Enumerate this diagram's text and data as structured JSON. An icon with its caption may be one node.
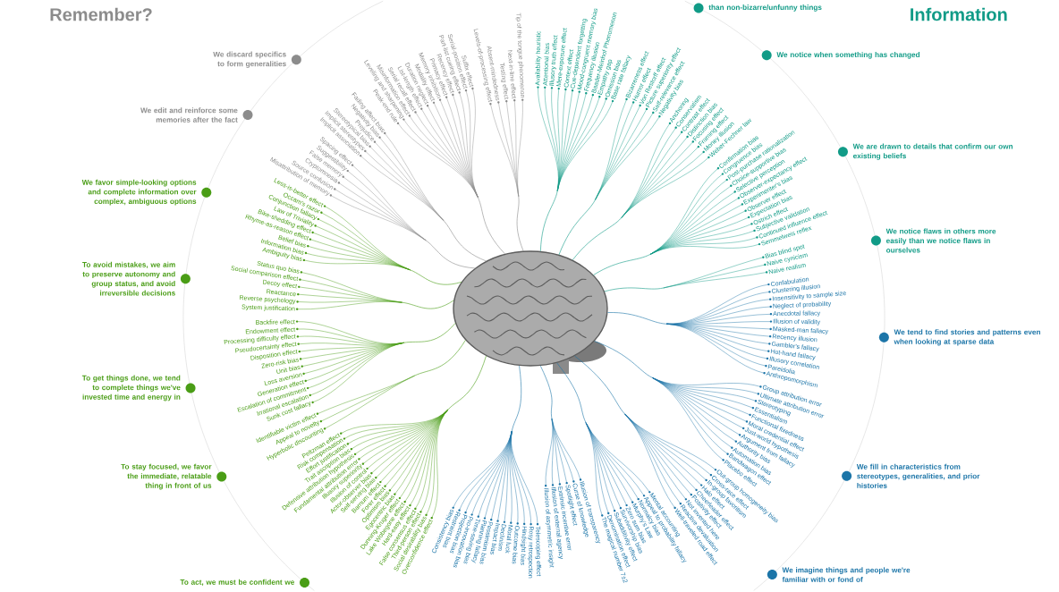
{
  "diagram": {
    "nodes": [
      {
        "text": [],
        "shape": "picture"
      },
      {
        "text": [
          "Misattribution of memory"
        ]
      },
      {
        "text": [
          "Source confusion"
        ]
      },
      {
        "text": [
          "Cryptomnesia"
        ]
      },
      {
        "text": [
          "False memory"
        ]
      },
      {
        "text": [
          "Suggestibility"
        ]
      },
      {
        "text": [
          "Spacing effect"
        ]
      },
      {
        "text": [
          "Implicit association"
        ]
      },
      {
        "text": [
          "Implicit stereotypes"
        ]
      },
      {
        "text": [
          "Stereotypical bias"
        ]
      },
      {
        "text": [
          "Prejudice"
        ]
      },
      {
        "text": [
          "Negativity bias"
        ]
      },
      {
        "text": [
          "Fading affect bias"
        ]
      },
      {
        "text": [
          "Peak-end rule"
        ]
      },
      {
        "text": [
          "Leveling and sharpening"
        ]
      },
      {
        "text": [
          "Misinformation effect"
        ]
      },
      {
        "text": [
          "Serial recall effect"
        ]
      },
      {
        "text": [
          "List-length effect"
        ]
      },
      {
        "text": [
          "Duration neglect"
        ]
      },
      {
        "text": [
          "Modality effect"
        ]
      },
      {
        "text": [
          "Memory inhibition"
        ]
      },
      {
        "text": [
          "Primacy effect"
        ]
      },
      {
        "text": [
          "Recency effect"
        ]
      },
      {
        "text": [
          "Part-list cueing effect"
        ]
      },
      {
        "text": [
          "Serial-position effect"
        ]
      },
      {
        "text": [
          "Suffix effect"
        ]
      },
      {
        "text": [
          "Levels-of-processing effect"
        ]
      },
      {
        "text": [
          "Absent-mindedness"
        ]
      },
      {
        "text": [
          "Testing effect"
        ]
      },
      {
        "text": [
          "Next-in-line effect"
        ]
      },
      {
        "text": [
          "Tip of the tongue phenomenon"
        ]
      },
      {
        "text": [
          "Availability heuristic"
        ]
      },
      {
        "text": [
          "Attentional bias"
        ]
      },
      {
        "text": [
          "Illusory truth effect"
        ]
      },
      {
        "text": [
          "Mere-exposure effect"
        ]
      },
      {
        "text": [
          "Context effect"
        ]
      },
      {
        "text": [
          "Cue-dependent forgetting"
        ]
      },
      {
        "text": [
          "Mood-congruent memory bias"
        ]
      },
      {
        "text": [
          "Frequency illusion"
        ]
      },
      {
        "text": [
          "Baader-Meinhof Phenomenon"
        ]
      },
      {
        "text": [
          "Empathy gap"
        ]
      },
      {
        "text": [
          "Omission bias"
        ]
      },
      {
        "text": [
          "Base rate fallacy"
        ]
      },
      {
        "text": [
          "Bizarreness effect"
        ]
      },
      {
        "text": [
          "Humor effect"
        ]
      },
      {
        "text": [
          "Von Restorff effect"
        ]
      },
      {
        "text": [
          "Picture superiority effect"
        ]
      },
      {
        "text": [
          "Self-relevance effect"
        ]
      },
      {
        "text": [
          "Negativity bias"
        ]
      },
      {
        "text": [
          "Anchoring"
        ]
      },
      {
        "text": [
          "Conservatism"
        ]
      },
      {
        "text": [
          "Contrast effect"
        ]
      },
      {
        "text": [
          "Distinction bias"
        ]
      },
      {
        "text": [
          "Focusing effect"
        ]
      },
      {
        "text": [
          "Framing effect"
        ]
      },
      {
        "text": [
          "Money illusion"
        ]
      },
      {
        "text": [
          "Weber-Fechner law"
        ]
      },
      {
        "text": [
          "Confirmation bias"
        ]
      },
      {
        "text": [
          "Congruence bias"
        ]
      },
      {
        "text": [
          "Post-purchase rationalization"
        ]
      },
      {
        "text": [
          "Choice-supportive bias"
        ]
      },
      {
        "text": [
          "Selective perception"
        ]
      },
      {
        "text": [
          "Observer-expectancy effect"
        ]
      },
      {
        "text": [
          "Experimenter's bias"
        ]
      },
      {
        "text": [
          "Observer effect"
        ]
      },
      {
        "text": [
          "Expectation bias"
        ]
      },
      {
        "text": [
          "Ostrich effect"
        ]
      },
      {
        "text": [
          "Subjective validation"
        ]
      },
      {
        "text": [
          "Continued influence effect"
        ]
      },
      {
        "text": [
          "Semmelweis reflex"
        ]
      },
      {
        "text": [
          "Bias blind spot"
        ]
      },
      {
        "text": [
          "Naive cynicism"
        ]
      },
      {
        "text": [
          "Naive realism"
        ]
      },
      {
        "text": [
          "Confabulation"
        ]
      },
      {
        "text": [
          "Clustering illusion"
        ]
      },
      {
        "text": [
          "Insensitivity to sample size"
        ]
      },
      {
        "text": [
          "Neglect of probability"
        ]
      },
      {
        "text": [
          "Anecdotal fallacy"
        ]
      },
      {
        "text": [
          "Illusion of validity"
        ]
      },
      {
        "text": [
          "Masked-man fallacy"
        ]
      },
      {
        "text": [
          "Recency illusion"
        ]
      },
      {
        "text": [
          "Gambler's fallacy"
        ]
      },
      {
        "text": [
          "Hot-hand fallacy"
        ]
      },
      {
        "text": [
          "Illusory correlation"
        ]
      },
      {
        "text": [
          "Pareidolia"
        ]
      },
      {
        "text": [
          "Anthropomorphism"
        ]
      },
      {
        "text": [
          "Group attribution error"
        ]
      },
      {
        "text": [
          "Ultimate attribution error"
        ]
      },
      {
        "text": [
          "Stereotyping"
        ]
      },
      {
        "text": [
          "Essentialism"
        ]
      },
      {
        "text": [
          "Functional fixedness"
        ]
      },
      {
        "text": [
          "Moral credential effect"
        ]
      },
      {
        "text": [
          "Just-world hypothesis"
        ]
      },
      {
        "text": [
          "Argument from fallacy"
        ]
      },
      {
        "text": [
          "Authority bias"
        ]
      },
      {
        "text": [
          "Automation bias"
        ]
      },
      {
        "text": [
          "Bandwagon effect"
        ]
      },
      {
        "text": [
          "Placebo effect"
        ]
      },
      {
        "text": [
          "Out-group homogeneity bias"
        ]
      },
      {
        "text": [
          "Cross-race effect"
        ]
      },
      {
        "text": [
          "In-group favoritism"
        ]
      },
      {
        "text": [
          "Halo effect"
        ]
      },
      {
        "text": [
          "Cheerleader effect"
        ]
      },
      {
        "text": [
          "Positivity effect"
        ]
      },
      {
        "text": [
          "Not invented here"
        ]
      },
      {
        "text": [
          "Reactive devaluation"
        ]
      },
      {
        "text": [
          "Well-traveled road effect"
        ]
      },
      {
        "text": [
          "Mental accounting"
        ]
      },
      {
        "text": [
          "Appeal to probability fallacy"
        ]
      },
      {
        "text": [
          "Normalcy bias"
        ]
      },
      {
        "text": [
          "Murphy's Law"
        ]
      },
      {
        "text": [
          "Zero sum bias"
        ]
      },
      {
        "text": [
          "Survivorship bias"
        ]
      },
      {
        "text": [
          "Subadditivity effect"
        ]
      },
      {
        "text": [
          "Denomination effect"
        ]
      },
      {
        "text": [
          "The magical number 7±2"
        ]
      },
      {
        "text": [
          "Illusion of transparency"
        ]
      },
      {
        "text": [
          "Curse of knowledge"
        ]
      },
      {
        "text": [
          "Spotlight effect"
        ]
      },
      {
        "text": [
          "Extrinsic incentive error"
        ]
      },
      {
        "text": [
          "Illusion of external agency"
        ]
      },
      {
        "text": [
          "Illusion of asymmetric insight"
        ]
      },
      {
        "text": [
          "Telescoping effect"
        ]
      },
      {
        "text": [
          "Rosy retrospection"
        ]
      },
      {
        "text": [
          "Hindsight bias"
        ]
      },
      {
        "text": [
          "Outcome bias"
        ]
      },
      {
        "text": [
          "Moral luck"
        ]
      },
      {
        "text": [
          "Declinism"
        ]
      },
      {
        "text": [
          "Impact bias"
        ]
      },
      {
        "text": [
          "Pessimism bias"
        ]
      },
      {
        "text": [
          "Planning fallacy"
        ]
      },
      {
        "text": [
          "Time-saving bias"
        ]
      },
      {
        "text": [
          "Pro-innovation bias"
        ]
      },
      {
        "text": [
          "Projection bias"
        ]
      },
      {
        "text": [
          "Restraint bias"
        ]
      },
      {
        "text": [
          "Consistency bias"
        ]
      },
      {
        "text": [
          "Overconfidence effect"
        ]
      },
      {
        "text": [
          "Social desirability bias"
        ]
      },
      {
        "text": [
          "Third-person effect"
        ]
      },
      {
        "text": [
          "False consensus effect"
        ]
      },
      {
        "text": [
          "Hard-easy effect"
        ]
      },
      {
        "text": [
          "Lake Wobegone effect"
        ]
      },
      {
        "text": [
          "Dunning-Kruger effect"
        ]
      },
      {
        "text": [
          "Egocentric bias"
        ]
      },
      {
        "text": [
          "Optimism bias"
        ]
      },
      {
        "text": [
          "Forer effect"
        ]
      },
      {
        "text": [
          "Barnum effect"
        ]
      },
      {
        "text": [
          "Self-serving bias"
        ]
      },
      {
        "text": [
          "Actor-observer bias"
        ]
      },
      {
        "text": [
          "Illusion of control"
        ]
      },
      {
        "text": [
          "Illusory superiority"
        ]
      },
      {
        "text": [
          "Fundamental attribution error"
        ]
      },
      {
        "text": [
          "Defensive attribution hypothesis"
        ]
      },
      {
        "text": [
          "Trait ascription bias"
        ]
      },
      {
        "text": [
          "Effort justification"
        ]
      },
      {
        "text": [
          "Risk compensation"
        ]
      },
      {
        "text": [
          "Peltzman effect"
        ]
      },
      {
        "text": [
          "Hyperbolic discounting"
        ]
      },
      {
        "text": [
          "Appeal to novelty"
        ]
      },
      {
        "text": [
          "Identifiable victim effect"
        ]
      },
      {
        "text": [
          "Sunk cost fallacy"
        ]
      },
      {
        "text": [
          "Irrational escalation"
        ]
      },
      {
        "text": [
          "Escalation of commitment"
        ]
      },
      {
        "text": [
          "Generation effect"
        ]
      },
      {
        "text": [
          "Loss aversion"
        ]
      },
      {
        "text": [
          "Unit bias"
        ]
      },
      {
        "text": [
          "Zero-risk bias"
        ]
      },
      {
        "text": [
          "Disposition effect"
        ]
      },
      {
        "text": [
          "Pseudocertainty effect"
        ]
      },
      {
        "text": [
          "Processing difficulty effect"
        ]
      },
      {
        "text": [
          "Endowment effect"
        ]
      },
      {
        "text": [
          "Backfire effect"
        ]
      },
      {
        "text": [
          "System justification"
        ]
      },
      {
        "text": [
          "Reverse psychology"
        ]
      },
      {
        "text": [
          "Reactance"
        ]
      },
      {
        "text": [
          "Decoy effect"
        ]
      },
      {
        "text": [
          "Social comparison effect"
        ]
      },
      {
        "text": [
          "Status quo bias"
        ]
      },
      {
        "text": [
          "Ambiguity bias"
        ]
      },
      {
        "text": [
          "Information bias"
        ]
      },
      {
        "text": [
          "Belief bias"
        ]
      },
      {
        "text": [
          "Rhyme-as-reason effect"
        ]
      },
      {
        "text": [
          "Bike-shedding effect"
        ]
      },
      {
        "text": [
          "Law of Triviality"
        ]
      },
      {
        "text": [
          "Conjunction fallacy"
        ]
      },
      {
        "text": [
          "Occam's razor"
        ]
      },
      {
        "text": [
          "Less-is-better effect"
        ]
      }
    ],
    "edges": [
      {
        "from": 0,
        "to": 1,
        "arrow": "none",
        "color": "#8c8c8c"
      },
      {
        "from": 0,
        "to": 2,
        "arrow": "none",
        "color": "#8c8c8c"
      },
      {
        "from": 0,
        "to": 3,
        "arrow": "none",
        "color": "#8c8c8c"
      },
      {
        "from": 0,
        "to": 4,
        "arrow": "none",
        "color": "#8c8c8c"
      },
      {
        "from": 0,
        "to": 5,
        "arrow": "none",
        "color": "#8c8c8c"
      },
      {
        "from": 0,
        "to": 6,
        "arrow": "none",
        "color": "#8c8c8c"
      },
      {
        "from": 0,
        "to": 7,
        "arrow": "none",
        "color": "#8c8c8c"
      },
      {
        "from": 0,
        "to": 8,
        "arrow": "none",
        "color": "#8c8c8c"
      },
      {
        "from": 0,
        "to": 9,
        "arrow": "none",
        "color": "#8c8c8c"
      },
      {
        "from": 0,
        "to": 10,
        "arrow": "none",
        "color": "#8c8c8c"
      },
      {
        "from": 0,
        "to": 11,
        "arrow": "none",
        "color": "#8c8c8c"
      },
      {
        "from": 0,
        "to": 12,
        "arrow": "none",
        "color": "#8c8c8c"
      },
      {
        "from": 0,
        "to": 13,
        "arrow": "none",
        "color": "#8c8c8c"
      },
      {
        "from": 0,
        "to": 14,
        "arrow": "none",
        "color": "#8c8c8c"
      },
      {
        "from": 0,
        "to": 15,
        "arrow": "none",
        "color": "#8c8c8c"
      },
      {
        "from": 0,
        "to": 16,
        "arrow": "none",
        "color": "#8c8c8c"
      },
      {
        "from": 0,
        "to": 17,
        "arrow": "none",
        "color": "#8c8c8c"
      },
      {
        "from": 0,
        "to": 18,
        "arrow": "none",
        "color": "#8c8c8c"
      },
      {
        "from": 0,
        "to": 19,
        "arrow": "none",
        "color": "#8c8c8c"
      },
      {
        "from": 0,
        "to": 20,
        "arrow": "none",
        "color": "#8c8c8c"
      },
      {
        "from": 0,
        "to": 21,
        "arrow": "none",
        "color": "#8c8c8c"
      },
      {
        "from": 0,
        "to": 22,
        "arrow": "none",
        "color": "#8c8c8c"
      },
      {
        "from": 0,
        "to": 23,
        "arrow": "none",
        "color": "#8c8c8c"
      },
      {
        "from": 0,
        "to": 24,
        "arrow": "none",
        "color": "#8c8c8c"
      },
      {
        "from": 0,
        "to": 25,
        "arrow": "none",
        "color": "#8c8c8c"
      },
      {
        "from": 0,
        "to": 26,
        "arrow": "none",
        "color": "#8c8c8c"
      },
      {
        "from": 0,
        "to": 27,
        "arrow": "none",
        "color": "#8c8c8c"
      },
      {
        "from": 0,
        "to": 28,
        "arrow": "none",
        "color": "#8c8c8c"
      },
      {
        "from": 0,
        "to": 29,
        "arrow": "none",
        "color": "#8c8c8c"
      },
      {
        "from": 0,
        "to": 30,
        "arrow": "none",
        "color": "#8c8c8c"
      },
      {
        "from": 0,
        "to": 31,
        "arrow": "none",
        "color": "#119b87"
      },
      {
        "from": 0,
        "to": 32,
        "arrow": "none",
        "color": "#119b87"
      },
      {
        "from": 0,
        "to": 33,
        "arrow": "none",
        "color": "#119b87"
      },
      {
        "from": 0,
        "to": 34,
        "arrow": "none",
        "color": "#119b87"
      },
      {
        "from": 0,
        "to": 35,
        "arrow": "none",
        "color": "#119b87"
      },
      {
        "from": 0,
        "to": 36,
        "arrow": "none",
        "color": "#119b87"
      },
      {
        "from": 0,
        "to": 37,
        "arrow": "none",
        "color": "#119b87"
      },
      {
        "from": 0,
        "to": 38,
        "arrow": "none",
        "color": "#119b87"
      },
      {
        "from": 0,
        "to": 39,
        "arrow": "none",
        "color": "#119b87"
      },
      {
        "from": 0,
        "to": 40,
        "arrow": "none",
        "color": "#119b87"
      },
      {
        "from": 0,
        "to": 41,
        "arrow": "none",
        "color": "#119b87"
      },
      {
        "from": 0,
        "to": 42,
        "arrow": "none",
        "color": "#119b87"
      },
      {
        "from": 0,
        "to": 43,
        "arrow": "none",
        "color": "#119b87"
      },
      {
        "from": 0,
        "to": 44,
        "arrow": "none",
        "color": "#119b87"
      },
      {
        "from": 0,
        "to": 45,
        "arrow": "none",
        "color": "#119b87"
      },
      {
        "from": 0,
        "to": 46,
        "arrow": "none",
        "color": "#119b87"
      },
      {
        "from": 0,
        "to": 47,
        "arrow": "none",
        "color": "#119b87"
      },
      {
        "from": 0,
        "to": 48,
        "arrow": "none",
        "color": "#119b87"
      },
      {
        "from": 0,
        "to": 49,
        "arrow": "none",
        "color": "#119b87"
      },
      {
        "from": 0,
        "to": 50,
        "arrow": "none",
        "color": "#119b87"
      },
      {
        "from": 0,
        "to": 51,
        "arrow": "none",
        "color": "#119b87"
      },
      {
        "from": 0,
        "to": 52,
        "arrow": "none",
        "color": "#119b87"
      },
      {
        "from": 0,
        "to": 53,
        "arrow": "none",
        "color": "#119b87"
      },
      {
        "from": 0,
        "to": 54,
        "arrow": "none",
        "color": "#119b87"
      },
      {
        "from": 0,
        "to": 55,
        "arrow": "none",
        "color": "#119b87"
      },
      {
        "from": 0,
        "to": 56,
        "arrow": "none",
        "color": "#119b87"
      },
      {
        "from": 0,
        "to": 57,
        "arrow": "none",
        "color": "#119b87"
      },
      {
        "from": 0,
        "to": 58,
        "arrow": "none",
        "color": "#119b87"
      },
      {
        "from": 0,
        "to": 59,
        "arrow": "none",
        "color": "#119b87"
      },
      {
        "from": 0,
        "to": 60,
        "arrow": "none",
        "color": "#119b87"
      },
      {
        "from": 0,
        "to": 61,
        "arrow": "none",
        "color": "#119b87"
      },
      {
        "from": 0,
        "to": 62,
        "arrow": "none",
        "color": "#119b87"
      },
      {
        "from": 0,
        "to": 63,
        "arrow": "none",
        "color": "#119b87"
      },
      {
        "from": 0,
        "to": 64,
        "arrow": "none",
        "color": "#119b87"
      },
      {
        "from": 0,
        "to": 65,
        "arrow": "none",
        "color": "#119b87"
      },
      {
        "from": 0,
        "to": 66,
        "arrow": "none",
        "color": "#119b87"
      },
      {
        "from": 0,
        "to": 67,
        "arrow": "none",
        "color": "#119b87"
      },
      {
        "from": 0,
        "to": 68,
        "arrow": "none",
        "color": "#119b87"
      },
      {
        "from": 0,
        "to": 69,
        "arrow": "none",
        "color": "#119b87"
      },
      {
        "from": 0,
        "to": 70,
        "arrow": "none",
        "color": "#119b87"
      },
      {
        "from": 0,
        "to": 71,
        "arrow": "none",
        "color": "#119b87"
      },
      {
        "from": 0,
        "to": 72,
        "arrow": "none",
        "color": "#119b87"
      },
      {
        "from": 0,
        "to": 73,
        "arrow": "none"
      },
      {
        "from": 0,
        "to": 74,
        "arrow": "none"
      },
      {
        "from": 0,
        "to": 75,
        "arrow": "none"
      },
      {
        "from": 0,
        "to": 76,
        "arrow": "none"
      },
      {
        "from": 0,
        "to": 77,
        "arrow": "none"
      },
      {
        "from": 0,
        "to": 78,
        "arrow": "none"
      },
      {
        "from": 0,
        "to": 79,
        "arrow": "none"
      },
      {
        "from": 0,
        "to": 80,
        "arrow": "none"
      },
      {
        "from": 0,
        "to": 81,
        "arrow": "none"
      },
      {
        "from": 0,
        "to": 82,
        "arrow": "none"
      },
      {
        "from": 0,
        "to": 83,
        "arrow": "none"
      },
      {
        "from": 0,
        "to": 84,
        "arrow": "none"
      },
      {
        "from": 0,
        "to": 85,
        "arrow": "none"
      },
      {
        "from": 0,
        "to": 86,
        "arrow": "none"
      },
      {
        "from": 0,
        "to": 87,
        "arrow": "none"
      },
      {
        "from": 0,
        "to": 88,
        "arrow": "none"
      },
      {
        "from": 0,
        "to": 89,
        "arrow": "none"
      },
      {
        "from": 0,
        "to": 90,
        "arrow": "none"
      },
      {
        "from": 0,
        "to": 91,
        "arrow": "none"
      },
      {
        "from": 0,
        "to": 92,
        "arrow": "none"
      },
      {
        "from": 0,
        "to": 93,
        "arrow": "none"
      },
      {
        "from": 0,
        "to": 94,
        "arrow": "none"
      },
      {
        "from": 0,
        "to": 95,
        "arrow": "none"
      },
      {
        "from": 0,
        "to": 96,
        "arrow": "none"
      },
      {
        "from": 0,
        "to": 97,
        "arrow": "none"
      },
      {
        "from": 0,
        "to": 98,
        "arrow": "none"
      },
      {
        "from": 0,
        "to": 99,
        "arrow": "none"
      },
      {
        "from": 0,
        "to": 100,
        "arrow": "none"
      },
      {
        "from": 0,
        "to": 101,
        "arrow": "none"
      },
      {
        "from": 0,
        "to": 102,
        "arrow": "none"
      },
      {
        "from": 0,
        "to": 103,
        "arrow": "none"
      },
      {
        "from": 0,
        "to": 104,
        "arrow": "none"
      },
      {
        "from": 0,
        "to": 105,
        "arrow": "none"
      },
      {
        "from": 0,
        "to": 106,
        "arrow": "none"
      },
      {
        "from": 0,
        "to": 107,
        "arrow": "none"
      },
      {
        "from": 0,
        "to": 108,
        "arrow": "none"
      },
      {
        "from": 0,
        "to": 109,
        "arrow": "none"
      },
      {
        "from": 0,
        "to": 110,
        "arrow": "none"
      },
      {
        "from": 0,
        "to": 111,
        "arrow": "none"
      },
      {
        "from": 0,
        "to": 112,
        "arrow": "none"
      },
      {
        "from": 0,
        "to": 113,
        "arrow": "none"
      },
      {
        "from": 0,
        "to": 114,
        "arrow": "none"
      },
      {
        "from": 0,
        "to": 115,
        "arrow": "none"
      },
      {
        "from": 0,
        "to": 116,
        "arrow": "none"
      },
      {
        "from": 0,
        "to": 117,
        "arrow": "none"
      },
      {
        "from": 0,
        "to": 118,
        "arrow": "none"
      },
      {
        "from": 0,
        "to": 119,
        "arrow": "none"
      },
      {
        "from": 0,
        "to": 120,
        "arrow": "none"
      },
      {
        "from": 0,
        "to": 121,
        "arrow": "none"
      },
      {
        "from": 0,
        "to": 122,
        "arrow": "none"
      },
      {
        "from": 0,
        "to": 123,
        "arrow": "none"
      },
      {
        "from": 0,
        "to": 124,
        "arrow": "none"
      },
      {
        "from": 0,
        "to": 125,
        "arrow": "none"
      },
      {
        "from": 0,
        "to": 126,
        "arrow": "none"
      },
      {
        "from": 0,
        "to": 127,
        "arrow": "none"
      },
      {
        "from": 0,
        "to": 128,
        "arrow": "none"
      },
      {
        "from": 0,
        "to": 129,
        "arrow": "none"
      },
      {
        "from": 0,
        "to": 130,
        "arrow": "none"
      },
      {
        "from": 0,
        "to": 131,
        "arrow": "none"
      },
      {
        "from": 0,
        "to": 132,
        "arrow": "none"
      },
      {
        "from": 0,
        "to": 133,
        "arrow": "none"
      },
      {
        "from": 0,
        "to": 134,
        "arrow": "none"
      },
      {
        "from": 0,
        "to": 135,
        "arrow": "none"
      },
      {
        "from": 0,
        "to": 136,
        "arrow": "none",
        "color": "#4a9d16"
      },
      {
        "from": 0,
        "to": 137,
        "arrow": "none",
        "color": "#4a9d16"
      },
      {
        "from": 0,
        "to": 138,
        "arrow": "none",
        "color": "#4a9d16"
      },
      {
        "from": 0,
        "to": 139,
        "arrow": "none",
        "color": "#4a9d16"
      },
      {
        "from": 0,
        "to": 140,
        "arrow": "none",
        "color": "#4a9d16"
      },
      {
        "from": 0,
        "to": 141,
        "arrow": "none",
        "color": "#4a9d16"
      },
      {
        "from": 0,
        "to": 142,
        "arrow": "none",
        "color": "#4a9d16"
      },
      {
        "from": 0,
        "to": 143,
        "arrow": "none",
        "color": "#4a9d16"
      },
      {
        "from": 0,
        "to": 144,
        "arrow": "none",
        "color": "#4a9d16"
      },
      {
        "from": 0,
        "to": 145,
        "arrow": "none",
        "color": "#4a9d16"
      },
      {
        "from": 0,
        "to": 146,
        "arrow": "none",
        "color": "#4a9d16"
      },
      {
        "from": 0,
        "to": 147,
        "arrow": "none",
        "color": "#4a9d16"
      },
      {
        "from": 0,
        "to": 148,
        "arrow": "none",
        "color": "#4a9d16"
      },
      {
        "from": 0,
        "to": 149,
        "arrow": "none",
        "color": "#4a9d16"
      },
      {
        "from": 0,
        "to": 150,
        "arrow": "none",
        "color": "#4a9d16"
      },
      {
        "from": 0,
        "to": 151,
        "arrow": "none",
        "color": "#4a9d16"
      },
      {
        "from": 0,
        "to": 152,
        "arrow": "none",
        "color": "#4a9d16"
      },
      {
        "from": 0,
        "to": 153,
        "arrow": "none",
        "color": "#4a9d16"
      },
      {
        "from": 0,
        "to": 154,
        "arrow": "none",
        "color": "#4a9d16"
      },
      {
        "from": 0,
        "to": 155,
        "arrow": "none",
        "color": "#4a9d16"
      },
      {
        "from": 0,
        "to": 156,
        "arrow": "none",
        "color": "#4a9d16"
      },
      {
        "from": 0,
        "to": 157,
        "arrow": "none",
        "color": "#4a9d16"
      },
      {
        "from": 0,
        "to": 158,
        "arrow": "none",
        "color": "#4a9d16"
      },
      {
        "from": 0,
        "to": 159,
        "arrow": "none",
        "color": "#4a9d16"
      },
      {
        "from": 0,
        "to": 160,
        "arrow": "none",
        "color": "#4a9d16"
      },
      {
        "from": 0,
        "to": 161,
        "arrow": "none",
        "color": "#4a9d16"
      },
      {
        "from": 0,
        "to": 162,
        "arrow": "none",
        "color": "#4a9d16"
      },
      {
        "from": 0,
        "to": 163,
        "arrow": "none",
        "color": "#4a9d16"
      },
      {
        "from": 0,
        "to": 164,
        "arrow": "none",
        "color": "#4a9d16"
      },
      {
        "from": 0,
        "to": 165,
        "arrow": "none",
        "color": "#4a9d16"
      },
      {
        "from": 0,
        "to": 166,
        "arrow": "none",
        "color": "#4a9d16"
      },
      {
        "from": 0,
        "to": 167,
        "arrow": "none",
        "color": "#4a9d16"
      },
      {
        "from": 0,
        "to": 168,
        "arrow": "none",
        "color": "#4a9d16"
      },
      {
        "from": 0,
        "to": 169,
        "arrow": "none",
        "color": "#4a9d16"
      },
      {
        "from": 0,
        "to": 170,
        "arrow": "none",
        "color": "#4a9d16"
      },
      {
        "from": 0,
        "to": 171,
        "arrow": "none",
        "color": "#4a9d16"
      },
      {
        "from": 0,
        "to": 172,
        "arrow": "none",
        "color": "#4a9d16"
      },
      {
        "from": 0,
        "to": 173,
        "arrow": "none",
        "color": "#4a9d16"
      },
      {
        "from": 0,
        "to": 174,
        "arrow": "none",
        "color": "#4a9d16"
      },
      {
        "from": 0,
        "to": 175,
        "arrow": "none",
        "color": "#4a9d16"
      },
      {
        "from": 0,
        "to": 176,
        "arrow": "none",
        "color": "#4a9d16"
      },
      {
        "from": 0,
        "to": 177,
        "arrow": "none",
        "color": "#4a9d16"
      },
      {
        "from": 0,
        "to": 178,
        "arrow": "none",
        "color": "#4a9d16"
      },
      {
        "from": 0,
        "to": 179,
        "arrow": "none",
        "color": "#4a9d16"
      },
      {
        "from": 0,
        "to": 180,
        "arrow": "none",
        "color": "#4a9d16"
      },
      {
        "from": 0,
        "to": 181,
        "arrow": "none",
        "color": "#4a9d16"
      },
      {
        "from": 0,
        "to": 182,
        "arrow": "none",
        "color": "#4a9d16"
      },
      {
        "from": 0,
        "to": 183,
        "arrow": "none",
        "color": "#4a9d16"
      },
      {
        "from": 0,
        "to": 184,
        "arrow": "none",
        "color": "#4a9d16"
      },
      {
        "from": 0,
        "to": 185,
        "arrow": "none",
        "color": "#4a9d16"
      },
      {
        "from": 0,
        "to": 186,
        "arrow": "none",
        "color": "#4a9d16"
      }
    ],
    "labels": [
      "Remember?",
      "Information",
      "We discard specifics to form generalities",
      "We edit and reinforce some memories after the fact",
      "We favor simple-looking options and complete information over complex, ambiguous options",
      "To avoid mistakes, we aim to preserve autonomy and group status, and avoid irreversible decisions",
      "To get things done, we tend to complete things we've invested time and energy in",
      "To stay focused, we favor the immediate, relatable thing in front of us",
      "To act, we must be confident we",
      "than non-bizarre/unfunny things",
      "We notice when something has changed",
      "We are drawn to details that confirm our own existing beliefs",
      "We notice flaws in others more easily than we notice flaws in ourselves",
      "We tend to find stories and patterns even when looking at sparse data",
      "We fill in characteristics from stereotypes, generalities, and prior histories",
      "We imagine things and people we're familiar with or fond of"
    ]
  }
}
